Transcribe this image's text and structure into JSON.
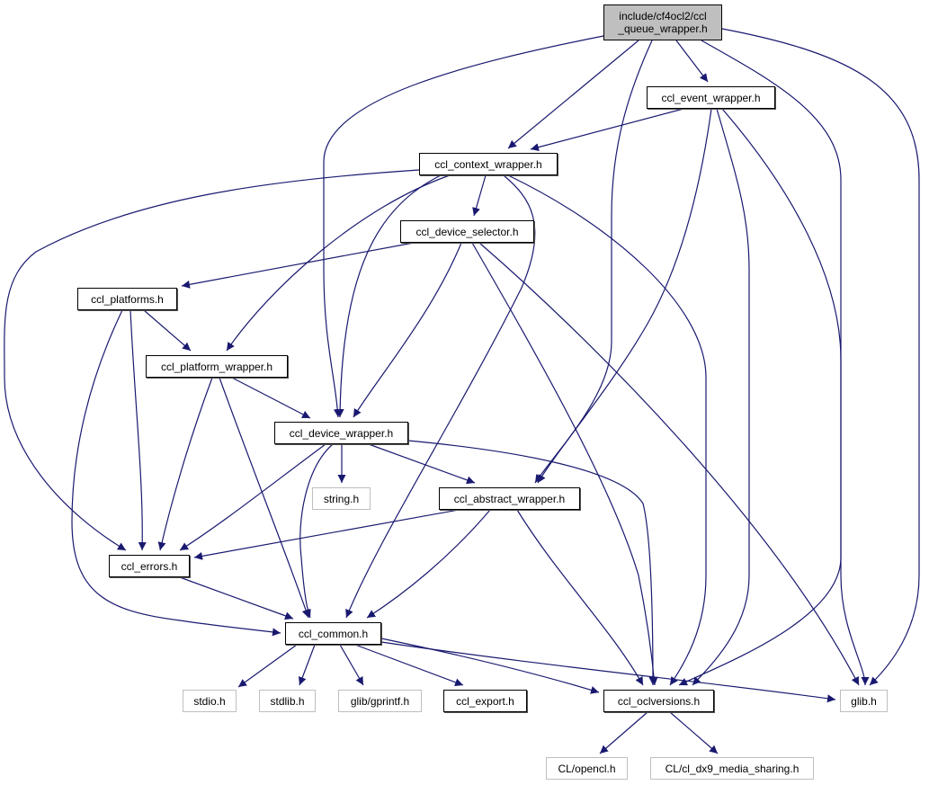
{
  "graph": {
    "title": "include/cf4ocl2/ccl_queue_wrapper.h include dependency graph",
    "edge_color": "#191970",
    "root_fill": "#bfbfbf",
    "external_border": "#bfbfbf",
    "nodes": [
      {
        "id": "queue_wrapper",
        "label": "include/cf4ocl2/ccl\n_queue_wrapper.h",
        "kind": "root"
      },
      {
        "id": "event_wrapper",
        "label": "ccl_event_wrapper.h",
        "kind": "main"
      },
      {
        "id": "context_wrapper",
        "label": "ccl_context_wrapper.h",
        "kind": "main"
      },
      {
        "id": "device_selector",
        "label": "ccl_device_selector.h",
        "kind": "main"
      },
      {
        "id": "platforms",
        "label": "ccl_platforms.h",
        "kind": "main"
      },
      {
        "id": "platform_wrapper",
        "label": "ccl_platform_wrapper.h",
        "kind": "main"
      },
      {
        "id": "device_wrapper",
        "label": "ccl_device_wrapper.h",
        "kind": "main"
      },
      {
        "id": "string_h",
        "label": "string.h",
        "kind": "external"
      },
      {
        "id": "abstract_wrapper",
        "label": "ccl_abstract_wrapper.h",
        "kind": "main"
      },
      {
        "id": "errors",
        "label": "ccl_errors.h",
        "kind": "main"
      },
      {
        "id": "common",
        "label": "ccl_common.h",
        "kind": "main"
      },
      {
        "id": "stdio_h",
        "label": "stdio.h",
        "kind": "external"
      },
      {
        "id": "stdlib_h",
        "label": "stdlib.h",
        "kind": "external"
      },
      {
        "id": "gprintf_h",
        "label": "glib/gprintf.h",
        "kind": "external"
      },
      {
        "id": "export",
        "label": "ccl_export.h",
        "kind": "main"
      },
      {
        "id": "oclversions",
        "label": "ccl_oclversions.h",
        "kind": "main"
      },
      {
        "id": "glib_h",
        "label": "glib.h",
        "kind": "external"
      },
      {
        "id": "opencl_h",
        "label": "CL/opencl.h",
        "kind": "external"
      },
      {
        "id": "dx9_h",
        "label": "CL/cl_dx9_media_sharing.h",
        "kind": "external"
      }
    ],
    "edges": [
      {
        "from": "queue_wrapper",
        "to": "event_wrapper"
      },
      {
        "from": "queue_wrapper",
        "to": "context_wrapper"
      },
      {
        "from": "queue_wrapper",
        "to": "device_wrapper"
      },
      {
        "from": "queue_wrapper",
        "to": "abstract_wrapper"
      },
      {
        "from": "queue_wrapper",
        "to": "oclversions"
      },
      {
        "from": "queue_wrapper",
        "to": "glib_h"
      },
      {
        "from": "event_wrapper",
        "to": "context_wrapper"
      },
      {
        "from": "event_wrapper",
        "to": "abstract_wrapper"
      },
      {
        "from": "event_wrapper",
        "to": "oclversions"
      },
      {
        "from": "event_wrapper",
        "to": "glib_h"
      },
      {
        "from": "context_wrapper",
        "to": "device_selector"
      },
      {
        "from": "context_wrapper",
        "to": "errors"
      },
      {
        "from": "context_wrapper",
        "to": "platform_wrapper"
      },
      {
        "from": "context_wrapper",
        "to": "device_wrapper"
      },
      {
        "from": "context_wrapper",
        "to": "common"
      },
      {
        "from": "context_wrapper",
        "to": "oclversions"
      },
      {
        "from": "device_selector",
        "to": "platforms"
      },
      {
        "from": "device_selector",
        "to": "device_wrapper"
      },
      {
        "from": "device_selector",
        "to": "oclversions"
      },
      {
        "from": "device_selector",
        "to": "glib_h"
      },
      {
        "from": "platforms",
        "to": "platform_wrapper"
      },
      {
        "from": "platforms",
        "to": "errors"
      },
      {
        "from": "platforms",
        "to": "common"
      },
      {
        "from": "platform_wrapper",
        "to": "device_wrapper"
      },
      {
        "from": "platform_wrapper",
        "to": "errors"
      },
      {
        "from": "platform_wrapper",
        "to": "common"
      },
      {
        "from": "device_wrapper",
        "to": "string_h"
      },
      {
        "from": "device_wrapper",
        "to": "abstract_wrapper"
      },
      {
        "from": "device_wrapper",
        "to": "errors"
      },
      {
        "from": "device_wrapper",
        "to": "common"
      },
      {
        "from": "device_wrapper",
        "to": "oclversions"
      },
      {
        "from": "abstract_wrapper",
        "to": "errors"
      },
      {
        "from": "abstract_wrapper",
        "to": "common"
      },
      {
        "from": "abstract_wrapper",
        "to": "oclversions"
      },
      {
        "from": "errors",
        "to": "common"
      },
      {
        "from": "common",
        "to": "stdio_h"
      },
      {
        "from": "common",
        "to": "stdlib_h"
      },
      {
        "from": "common",
        "to": "gprintf_h"
      },
      {
        "from": "common",
        "to": "export"
      },
      {
        "from": "common",
        "to": "oclversions"
      },
      {
        "from": "common",
        "to": "glib_h"
      },
      {
        "from": "oclversions",
        "to": "opencl_h"
      },
      {
        "from": "oclversions",
        "to": "dx9_h"
      }
    ]
  }
}
